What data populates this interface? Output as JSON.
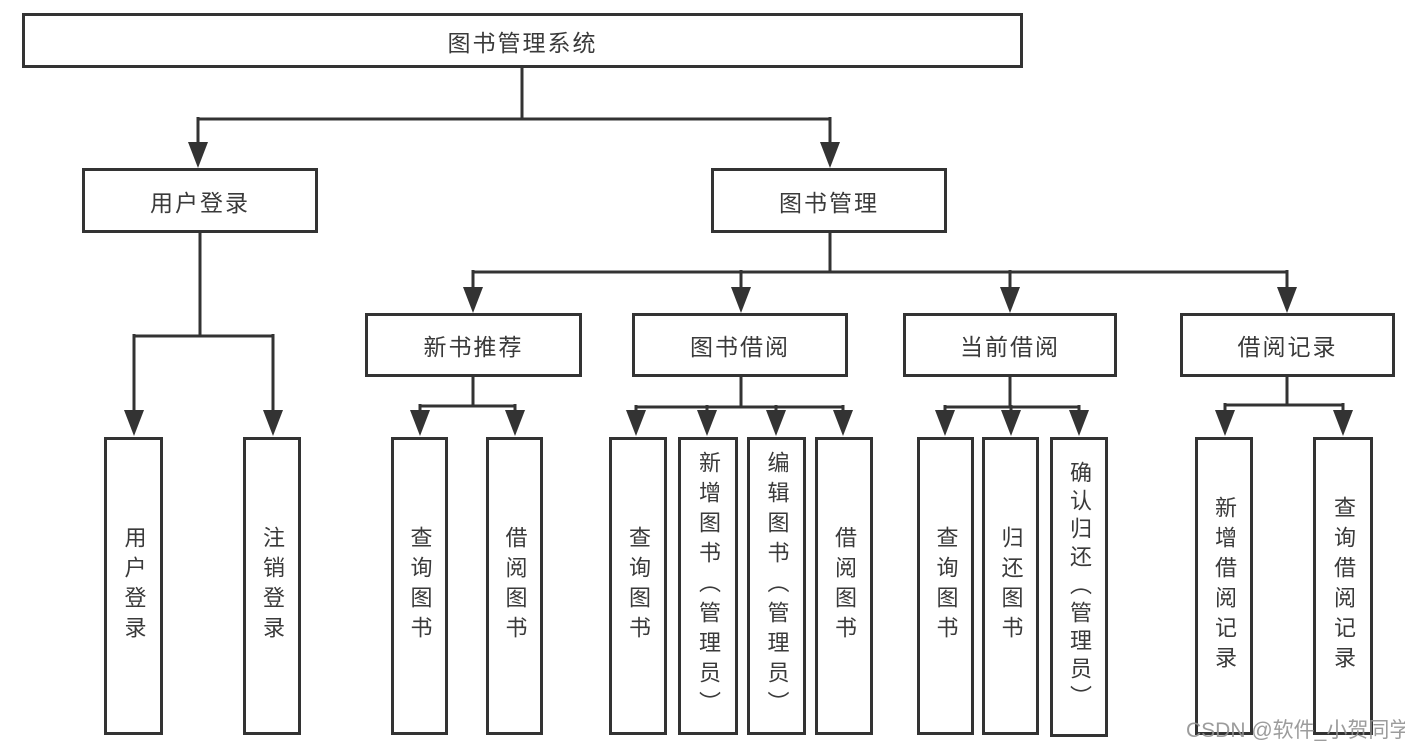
{
  "diagram": {
    "root": {
      "label": "图书管理系统"
    },
    "branches": [
      {
        "label": "用户登录",
        "children": [
          {
            "label": "用户登录"
          },
          {
            "label": "注销登录"
          }
        ]
      },
      {
        "label": "图书管理",
        "children": [
          {
            "label": "新书推荐",
            "children": [
              {
                "label": "查询图书"
              },
              {
                "label": "借阅图书"
              }
            ]
          },
          {
            "label": "图书借阅",
            "children": [
              {
                "label": "查询图书"
              },
              {
                "label": "新增图书（管理员）"
              },
              {
                "label": "编辑图书（管理员）"
              },
              {
                "label": "借阅图书"
              }
            ]
          },
          {
            "label": "当前借阅",
            "children": [
              {
                "label": "查询图书"
              },
              {
                "label": "归还图书"
              },
              {
                "label": "确认归还（管理员）"
              }
            ]
          },
          {
            "label": "借阅记录",
            "children": [
              {
                "label": "新增借阅记录"
              },
              {
                "label": "查询借阅记录"
              }
            ]
          }
        ]
      }
    ]
  },
  "watermark": {
    "text": "CSDN @软件_小贺同学"
  },
  "colors": {
    "line": "#333333",
    "text": "#3a3a3a",
    "watermark": "#919191",
    "background": "#ffffff"
  }
}
